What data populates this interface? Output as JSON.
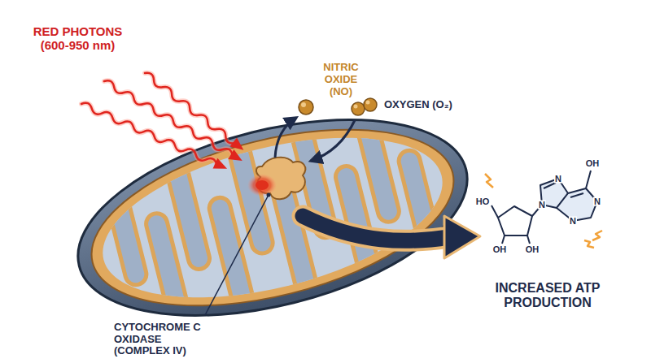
{
  "diagram": {
    "labels": [
      "RED PHOTONS (600-950 nm)",
      "NITRIC OXIDE (NO)",
      "OXYGEN (O₂)",
      "CYTOCHROME C OXIDASE (COMPLEX IV)",
      "INCREASED ATP PRODUCTION",
      "OH",
      "N",
      "N",
      "N",
      "N",
      "HO",
      "OH",
      "OH"
    ]
  }
}
